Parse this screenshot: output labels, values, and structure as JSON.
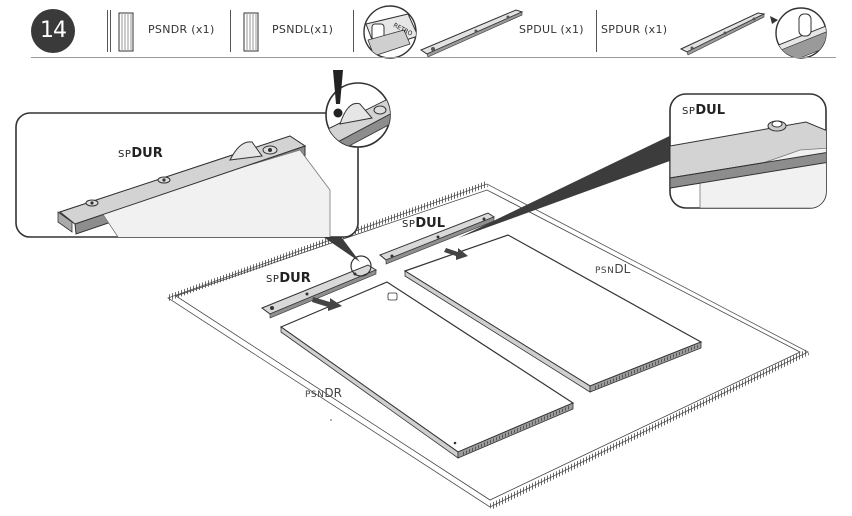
{
  "header": {
    "step_number": "14",
    "parts": [
      {
        "label": "PSNDR (x1)",
        "icon": "door-panel-icon"
      },
      {
        "label": "PSNDL(x1)",
        "icon": "door-panel-icon"
      },
      {
        "label": "SPDUL (x1)",
        "icon": "rail-icon"
      },
      {
        "label": "SPDUR (x1)",
        "icon": "rail-icon"
      }
    ],
    "detail_stamp": "RETRO"
  },
  "callouts": {
    "left": {
      "prefix": "SP",
      "bold": "DUR"
    },
    "right": {
      "prefix": "SP",
      "bold": "DUL"
    }
  },
  "scene": {
    "rail_left": {
      "prefix": "SP",
      "bold": "DUR"
    },
    "rail_right": {
      "prefix": "SP",
      "bold": "DUL"
    },
    "panel_left": {
      "prefix": "PSN",
      "rest": "DR"
    },
    "panel_right": {
      "prefix": "PSN",
      "rest": "DL"
    }
  },
  "colors": {
    "ink": "#2a2a2a",
    "panel_fill": "#ffffff",
    "rail_fill": "#d9d9d9",
    "shadow": "#3c3c3c"
  }
}
